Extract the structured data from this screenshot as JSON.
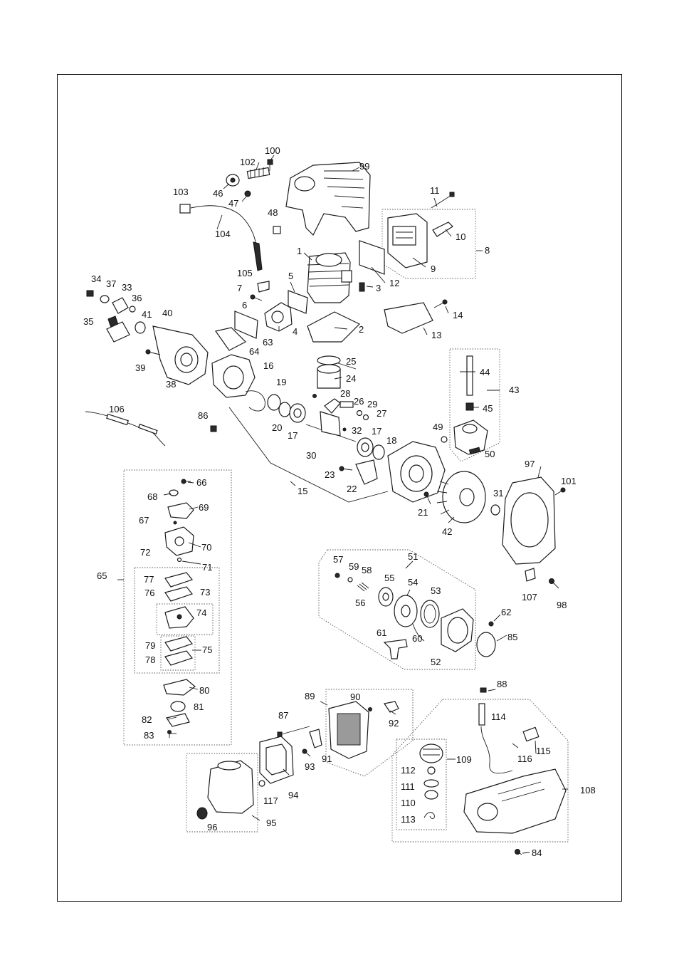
{
  "labels": {
    "l1": "1",
    "l2": "2",
    "l3": "3",
    "l4": "4",
    "l5": "5",
    "l6": "6",
    "l7": "7",
    "l8": "8",
    "l9": "9",
    "l10": "10",
    "l11": "11",
    "l12": "12",
    "l13": "13",
    "l14": "14",
    "l15": "15",
    "l16": "16",
    "l17a": "17",
    "l17b": "17",
    "l18": "18",
    "l19": "19",
    "l20": "20",
    "l21": "21",
    "l22": "22",
    "l23": "23",
    "l24": "24",
    "l25": "25",
    "l26": "26",
    "l27": "27",
    "l28": "28",
    "l29": "29",
    "l30": "30",
    "l31": "31",
    "l32": "32",
    "l33": "33",
    "l34": "34",
    "l35": "35",
    "l36": "36",
    "l37": "37",
    "l38": "38",
    "l39": "39",
    "l40": "40",
    "l41": "41",
    "l42": "42",
    "l43": "43",
    "l44": "44",
    "l45": "45",
    "l46": "46",
    "l47": "47",
    "l48": "48",
    "l49": "49",
    "l50": "50",
    "l51": "51",
    "l52": "52",
    "l53": "53",
    "l54": "54",
    "l55": "55",
    "l56": "56",
    "l57": "57",
    "l58": "58",
    "l59": "59",
    "l60": "60",
    "l61": "61",
    "l62": "62",
    "l63": "63",
    "l64": "64",
    "l65": "65",
    "l66": "66",
    "l67": "67",
    "l68": "68",
    "l69": "69",
    "l70": "70",
    "l71": "71",
    "l72": "72",
    "l73": "73",
    "l74": "74",
    "l75": "75",
    "l76": "76",
    "l77": "77",
    "l78": "78",
    "l79": "79",
    "l80": "80",
    "l81": "81",
    "l82": "82",
    "l83": "83",
    "l84": "84",
    "l85": "85",
    "l86": "86",
    "l87": "87",
    "l88": "88",
    "l89": "89",
    "l90": "90",
    "l91": "91",
    "l92": "92",
    "l93": "93",
    "l94": "94",
    "l95": "95",
    "l96": "96",
    "l97": "97",
    "l98": "98",
    "l99": "99",
    "l100": "100",
    "l101": "101",
    "l102": "102",
    "l103": "103",
    "l104": "104",
    "l105": "105",
    "l106": "106",
    "l107": "107",
    "l108": "108",
    "l109": "109",
    "l110": "110",
    "l111": "111",
    "l112": "112",
    "l113": "113",
    "l114": "114",
    "l115": "115",
    "l116": "116",
    "l117": "117"
  },
  "colors": {
    "ink": "#111111",
    "background": "#ffffff",
    "shade": "#9a9a9a"
  }
}
